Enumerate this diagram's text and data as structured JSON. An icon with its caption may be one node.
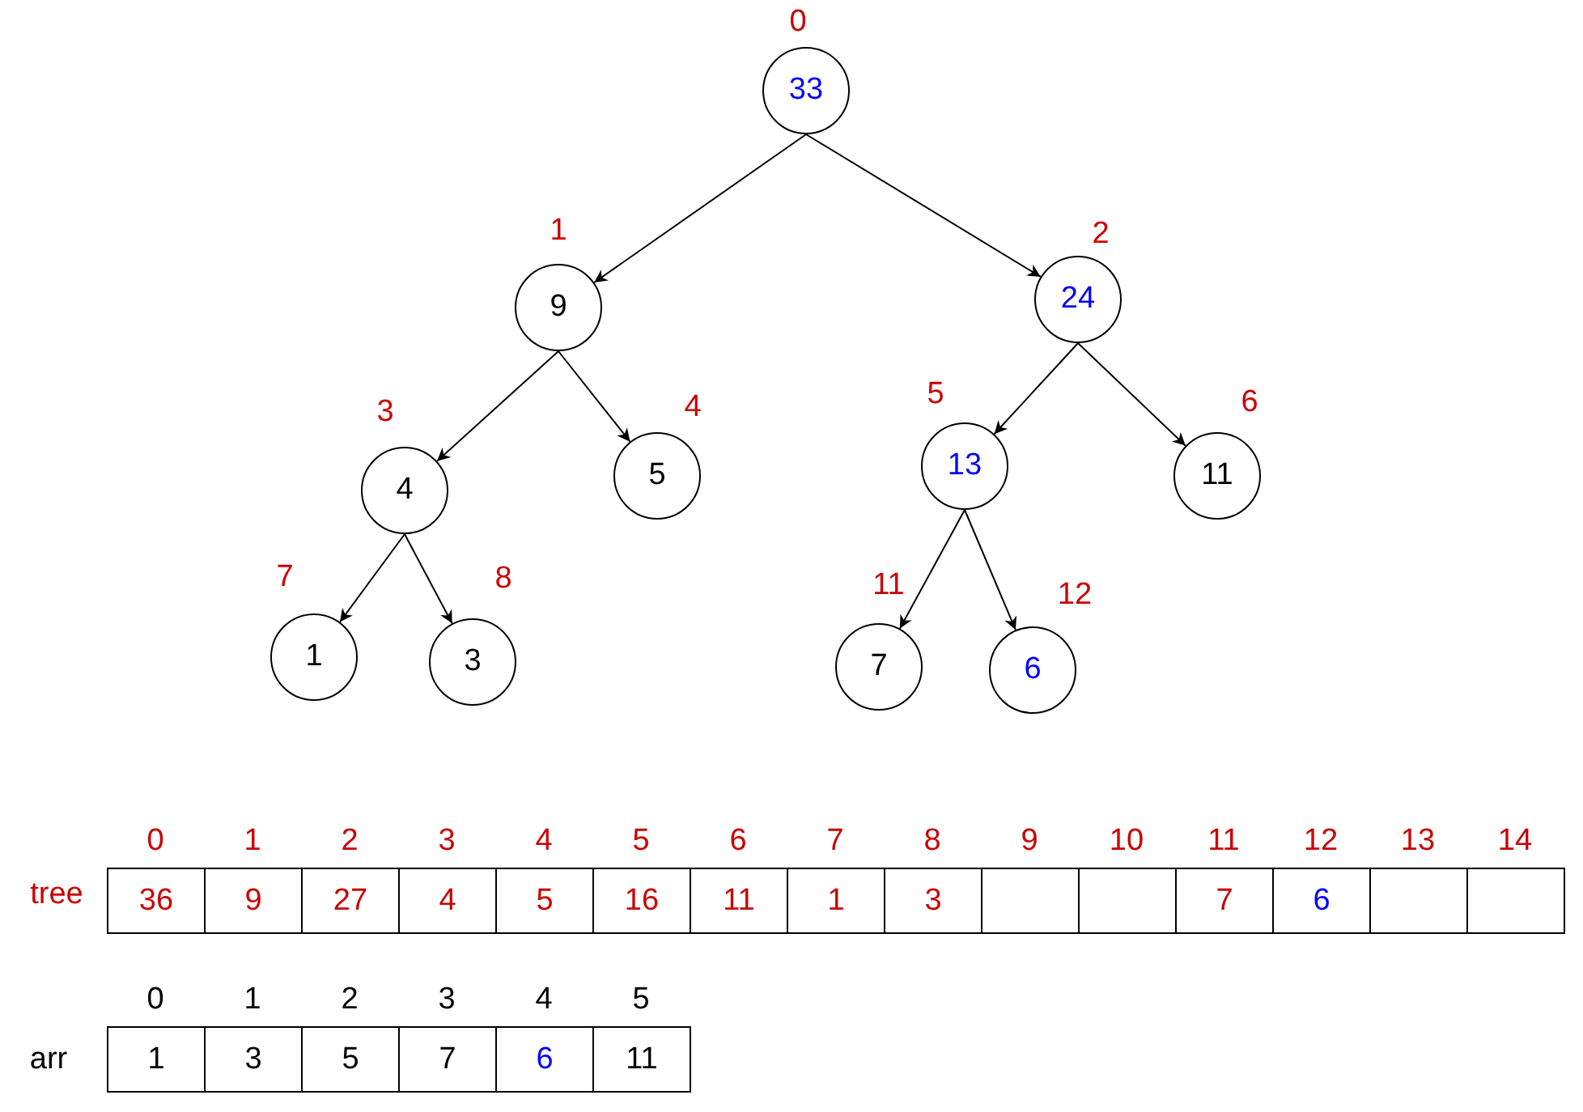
{
  "diagram": {
    "nodes": [
      {
        "text": [
          "33"
        ],
        "beside": [
          "0"
        ]
      },
      {
        "text": [
          "9"
        ],
        "beside": [
          "1"
        ]
      },
      {
        "text": [
          "24"
        ],
        "beside": [
          "2"
        ]
      },
      {
        "text": [
          "4"
        ],
        "beside": [
          "3"
        ]
      },
      {
        "text": [
          "5"
        ],
        "beside": [
          "4"
        ]
      },
      {
        "text": [
          "13"
        ],
        "beside": [
          "5"
        ]
      },
      {
        "text": [
          "11"
        ],
        "beside": [
          "6"
        ]
      },
      {
        "text": [
          "1"
        ],
        "beside": [
          "7"
        ]
      },
      {
        "text": [
          "3"
        ],
        "beside": [
          "8"
        ]
      },
      {
        "text": [
          "7"
        ],
        "beside": [
          "11"
        ]
      },
      {
        "text": [
          "6"
        ],
        "beside": [
          "12"
        ]
      }
    ],
    "edges": [
      {
        "from": 0,
        "to": 1,
        "arrow": "to"
      },
      {
        "from": 0,
        "to": 2,
        "arrow": "to"
      },
      {
        "from": 1,
        "to": 3,
        "arrow": "to"
      },
      {
        "from": 1,
        "to": 4,
        "arrow": "to"
      },
      {
        "from": 2,
        "to": 5,
        "arrow": "to"
      },
      {
        "from": 2,
        "to": 6,
        "arrow": "to"
      },
      {
        "from": 3,
        "to": 7,
        "arrow": "to"
      },
      {
        "from": 3,
        "to": 8,
        "arrow": "to"
      },
      {
        "from": 5,
        "to": 9,
        "arrow": "to"
      },
      {
        "from": 5,
        "to": 10,
        "arrow": "to"
      }
    ],
    "labels": [
      "0",
      "1",
      "2",
      "3",
      "4",
      "5",
      "6",
      "7",
      "8",
      "9",
      "10",
      "11",
      "12",
      "13",
      "14",
      "tree",
      "36",
      "9",
      "27",
      "4",
      "5",
      "16",
      "11",
      "1",
      "3",
      "7",
      "6",
      "0",
      "1",
      "2",
      "3",
      "4",
      "5",
      "arr",
      "1",
      "3",
      "5",
      "7",
      "6",
      "11"
    ]
  }
}
